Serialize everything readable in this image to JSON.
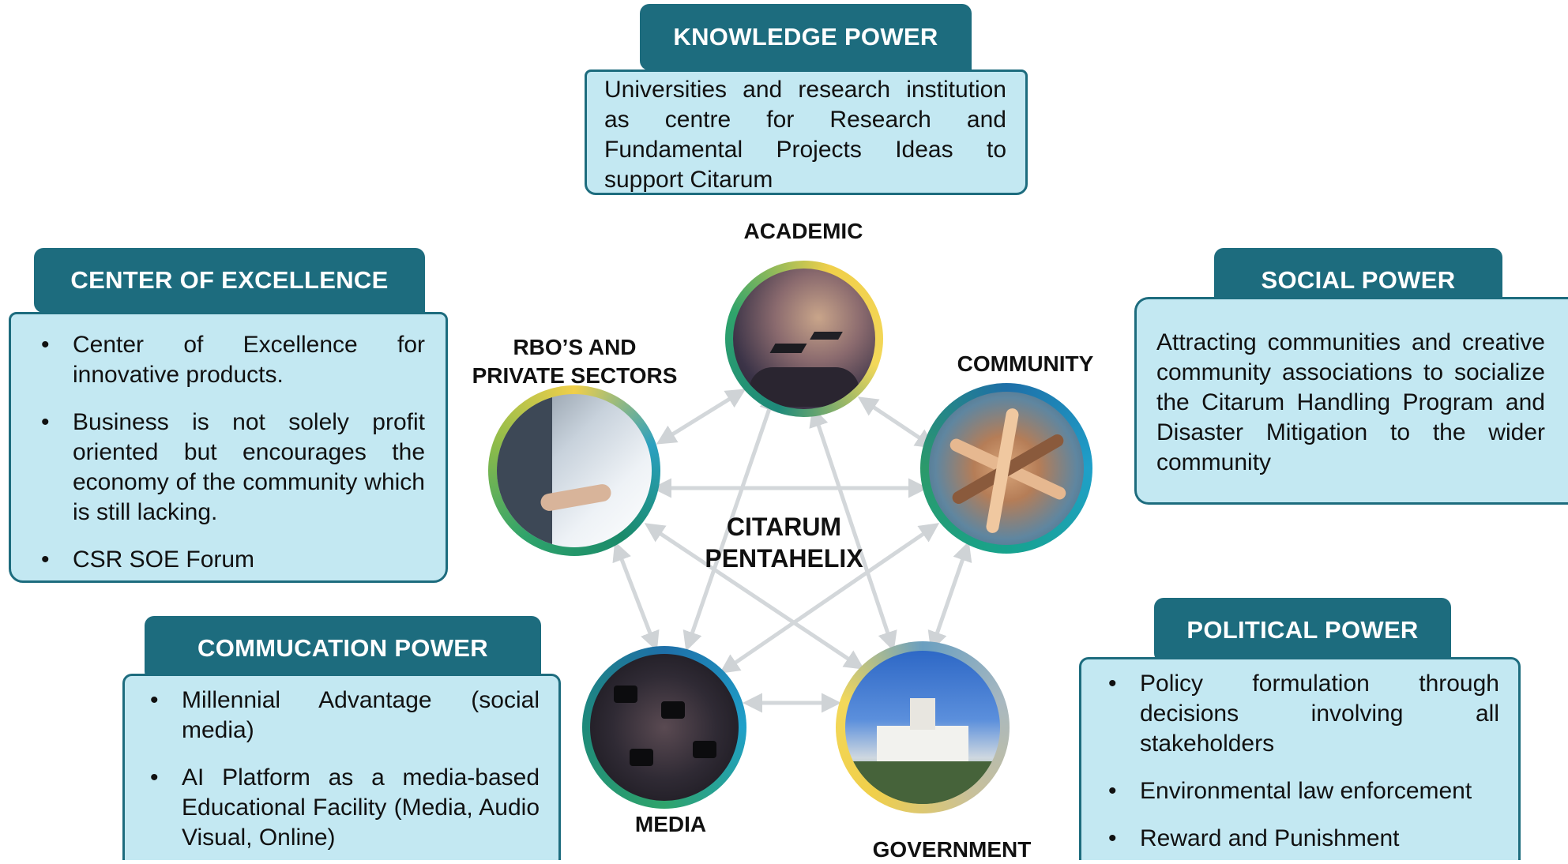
{
  "center": {
    "title_line1": "CITARUM",
    "title_line2": "PENTAHELIX"
  },
  "nodes": {
    "academic": "ACADEMIC",
    "community": "COMMUNITY",
    "rbo_line1": "RBO’S AND",
    "rbo_line2": "PRIVATE SECTORS",
    "media": "MEDIA",
    "government": "GOVERNMENT"
  },
  "knowledge": {
    "title": "KNOWLEDGE POWER",
    "text": "Universities and research institution as centre for Research and Fundamental Projects Ideas to support Citarum"
  },
  "excellence": {
    "title": "CENTER OF EXCELLENCE",
    "items": [
      "Center of Excellence for innovative products.",
      "Business is not solely profit oriented but encourages the economy of the community which is still lacking.",
      "CSR SOE Forum"
    ]
  },
  "social": {
    "title": "SOCIAL POWER",
    "text": "Attracting communities and creative community associations to socialize the Citarum Handling Program and Disaster Mitigation to the wider community"
  },
  "communication": {
    "title": "COMMUCATION POWER",
    "items": [
      "Millennial Advantage (social media)",
      "AI Platform as a media-based Educational Facility (Media, Audio Visual, Online)"
    ]
  },
  "political": {
    "title": "POLITICAL POWER",
    "items": [
      "Policy formulation through decisions involving all stakeholders",
      "Environmental law enforcement",
      "Reward and Punishment"
    ]
  },
  "colors": {
    "teal": "#1d6c7e",
    "box_fill": "#c3e8f2",
    "arrow": "#d0d4d6"
  }
}
